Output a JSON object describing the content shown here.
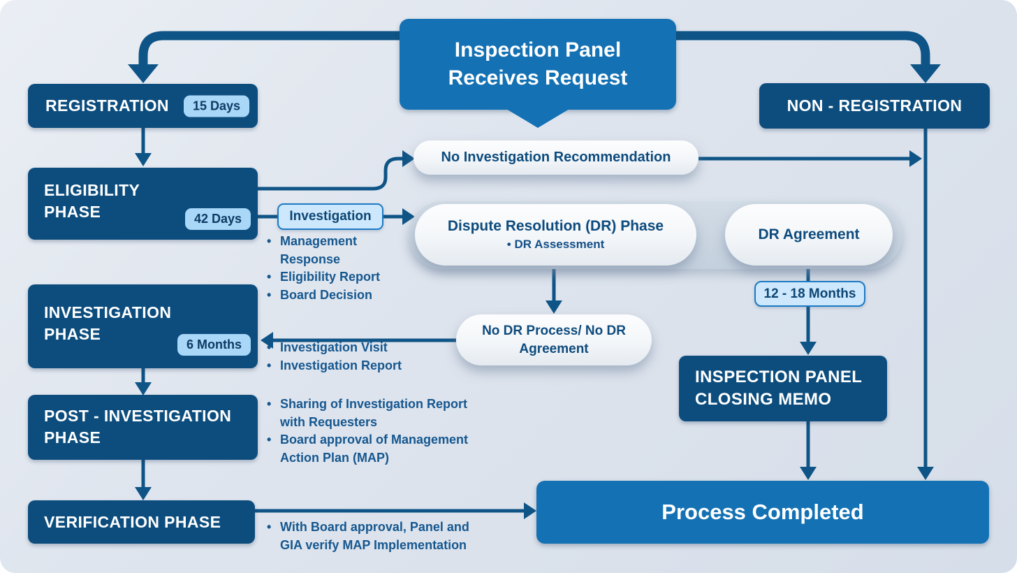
{
  "colors": {
    "navy_box": "#0c4d7e",
    "accent_blue": "#1371b4",
    "connector": "#0f5486",
    "duration_badge_bg": "#a9d7f8",
    "outline_badge_border": "#1d7ac2",
    "bullet_text": "#15578f"
  },
  "top_banner": {
    "title": "Inspection Panel Receives Request"
  },
  "registration": {
    "label": "REGISTRATION",
    "duration": "15 Days"
  },
  "non_registration": {
    "label": "NON - REGISTRATION"
  },
  "no_investigation": {
    "label": "No Investigation Recommendation"
  },
  "eligibility": {
    "label": "ELIGIBILITY PHASE",
    "duration": "42 Days",
    "branch_label": "Investigation",
    "bullets": [
      "Management Response",
      "Eligibility Report",
      "Board Decision"
    ]
  },
  "dispute_resolution": {
    "title": "Dispute Resolution (DR) Phase",
    "bullet": "DR Assessment",
    "agreement_label": "DR Agreement",
    "agreement_duration": "12 - 18 Months",
    "no_dr_label": "No DR Process/ No DR Agreement"
  },
  "investigation": {
    "label": "INVESTIGATION PHASE",
    "duration": "6 Months",
    "bullets": [
      "Investigation Visit",
      "Investigation Report"
    ]
  },
  "post_investigation": {
    "label": "POST - INVESTIGATION PHASE",
    "bullets": [
      "Sharing of Investigation Report with Requesters",
      "Board approval of Management Action Plan (MAP)"
    ]
  },
  "verification": {
    "label": "VERIFICATION PHASE",
    "bullets": [
      "With Board approval, Panel and GIA verify MAP Implementation"
    ]
  },
  "closing_memo": {
    "label": "INSPECTION PANEL CLOSING MEMO"
  },
  "process_completed": {
    "label": "Process Completed"
  }
}
